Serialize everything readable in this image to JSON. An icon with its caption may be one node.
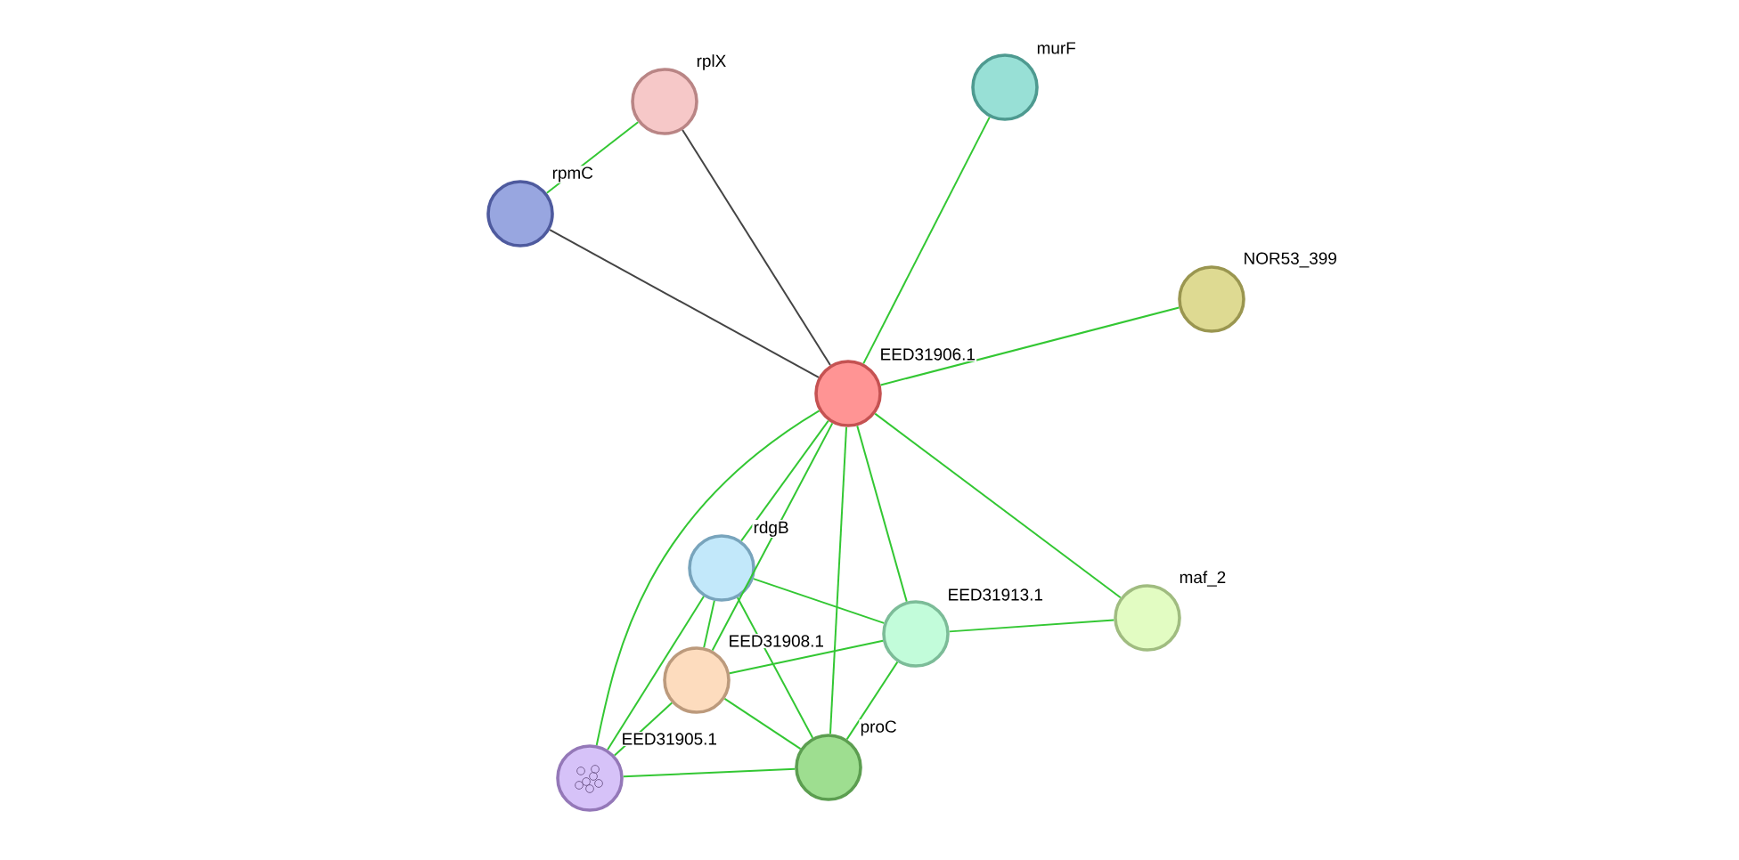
{
  "diagram": {
    "nodes": [
      {
        "text": [
          "rplX"
        ]
      },
      {
        "text": [
          "murF"
        ]
      },
      {
        "text": [
          "rpmC"
        ]
      },
      {
        "text": [
          "NOR53_399"
        ]
      },
      {
        "text": [
          "EED31906.1"
        ]
      },
      {
        "text": [
          "rdgB"
        ]
      },
      {
        "text": [
          "maf_2"
        ]
      },
      {
        "text": [
          "EED31913.1"
        ]
      },
      {
        "text": [
          "EED31908.1"
        ]
      },
      {
        "text": [
          "proC"
        ]
      },
      {
        "text": [
          "EED31905.1"
        ]
      }
    ],
    "edges": [
      {
        "from": 0,
        "to": 2,
        "arrow": "none"
      },
      {
        "from": 0,
        "to": 4,
        "arrow": "none",
        "color": "#444444"
      },
      {
        "from": 2,
        "to": 4,
        "arrow": "none",
        "color": "#444444"
      },
      {
        "from": 1,
        "to": 4,
        "arrow": "none"
      },
      {
        "from": 3,
        "to": 4,
        "arrow": "none"
      },
      {
        "from": 4,
        "to": 5,
        "arrow": "none"
      },
      {
        "from": 4,
        "to": 8,
        "arrow": "none"
      },
      {
        "from": 4,
        "to": 10,
        "arrow": "none"
      },
      {
        "from": 4,
        "to": 9,
        "arrow": "none"
      },
      {
        "from": 4,
        "to": 7,
        "arrow": "none"
      },
      {
        "from": 4,
        "to": 6,
        "arrow": "none"
      },
      {
        "from": 5,
        "to": 7,
        "arrow": "none"
      },
      {
        "from": 5,
        "to": 8,
        "arrow": "none"
      },
      {
        "from": 5,
        "to": 9,
        "arrow": "none"
      },
      {
        "from": 5,
        "to": 10,
        "arrow": "none"
      },
      {
        "from": 7,
        "to": 6,
        "arrow": "none"
      },
      {
        "from": 7,
        "to": 9,
        "arrow": "none"
      },
      {
        "from": 8,
        "to": 7,
        "arrow": "none"
      },
      {
        "from": 8,
        "to": 9,
        "arrow": "none"
      },
      {
        "from": 8,
        "to": 10,
        "arrow": "none"
      },
      {
        "from": 10,
        "to": 9,
        "arrow": "none"
      }
    ]
  }
}
